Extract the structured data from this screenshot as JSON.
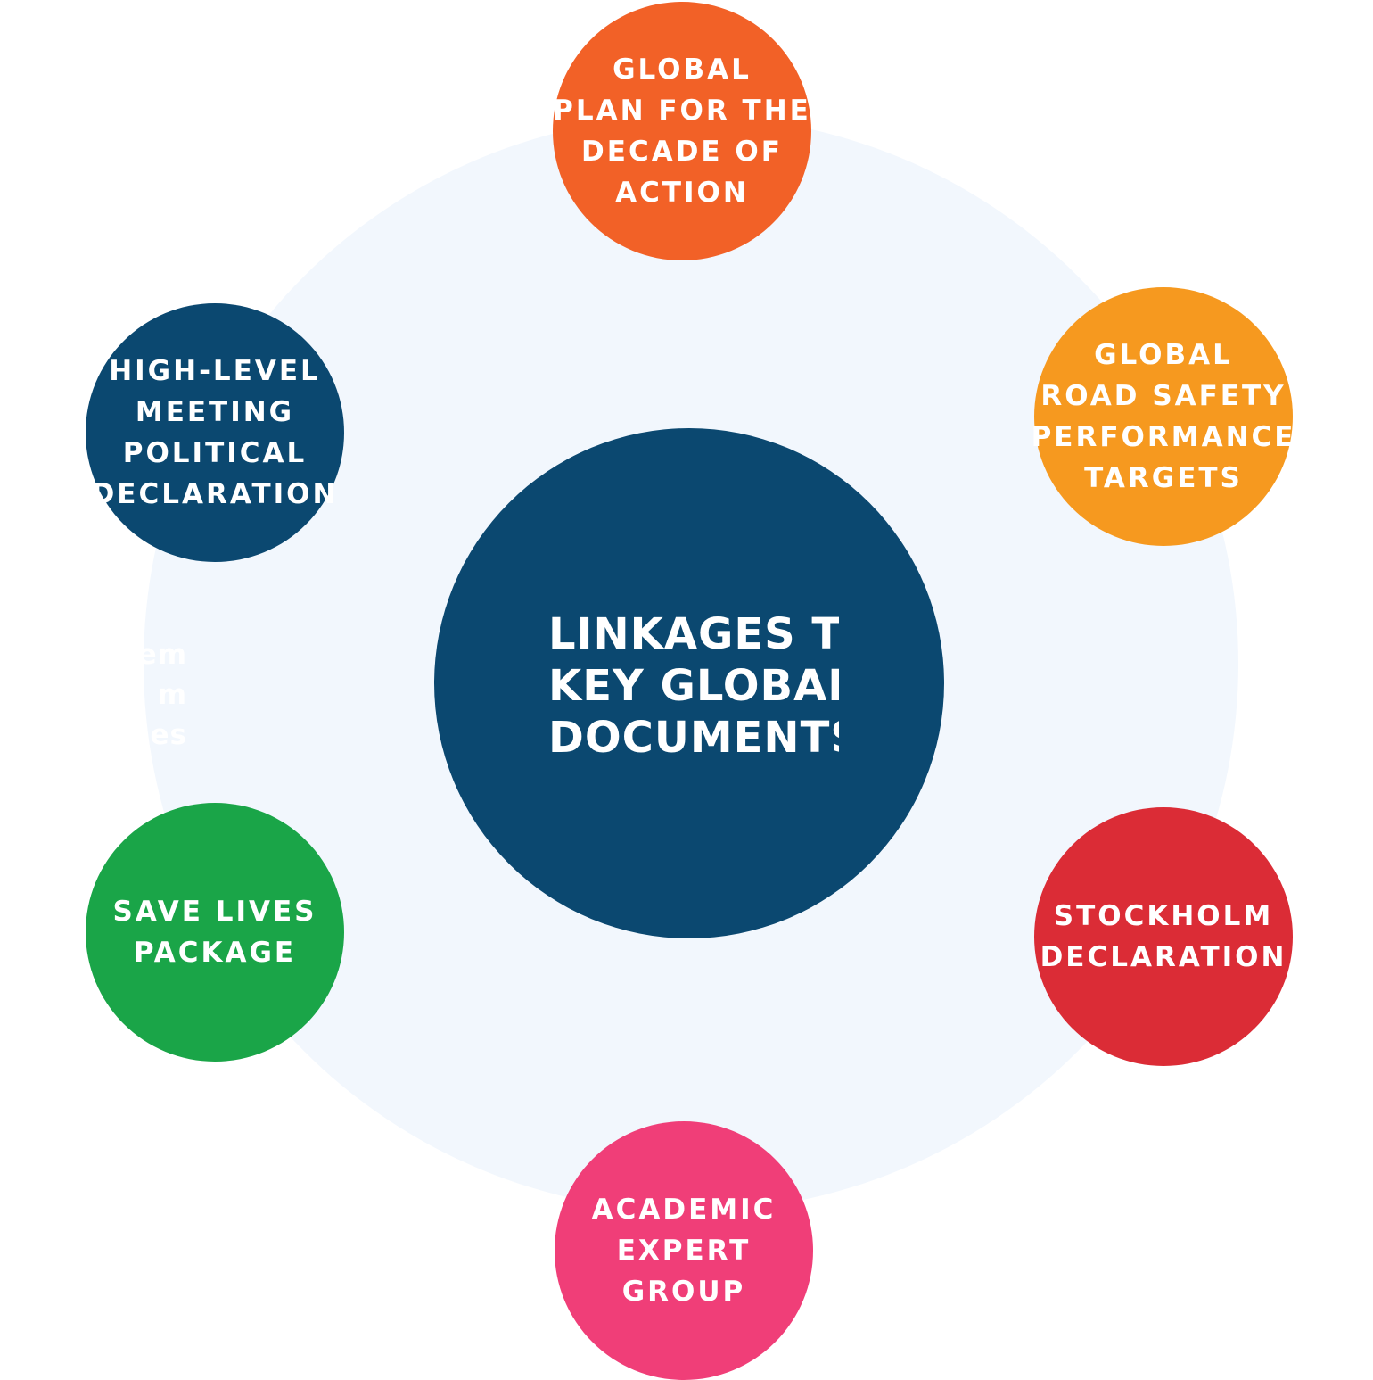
{
  "colors": {
    "ring": "#f2f7fd",
    "center": "#0b4870",
    "global_plan": "#f26127",
    "performance_targets": "#f6991f",
    "stockholm": "#db2c36",
    "academic": "#f03e78",
    "save_lives": "#1aa548",
    "high_level": "#0b4870"
  },
  "center": {
    "lines": [
      "LINKAGES TO",
      "KEY GLOBAL",
      "DOCUMENTS"
    ]
  },
  "ghost_text": {
    "lines": [
      "em",
      "m",
      "es"
    ]
  },
  "nodes": {
    "global_plan": {
      "lines": [
        "GLOBAL",
        "PLAN FOR THE",
        "DECADE OF",
        "ACTION"
      ]
    },
    "performance_targets": {
      "lines": [
        "GLOBAL",
        "ROAD SAFETY",
        "PERFORMANCE",
        "TARGETS"
      ]
    },
    "stockholm": {
      "lines": [
        "STOCKHOLM",
        "DECLARATION"
      ]
    },
    "academic": {
      "lines": [
        "ACADEMIC",
        "EXPERT",
        "GROUP"
      ]
    },
    "save_lives": {
      "lines": [
        "SAVE LIVES",
        "PACKAGE"
      ]
    },
    "high_level": {
      "lines": [
        "HIGH-LEVEL",
        "MEETING",
        "POLITICAL",
        "DECLARATION"
      ]
    }
  }
}
